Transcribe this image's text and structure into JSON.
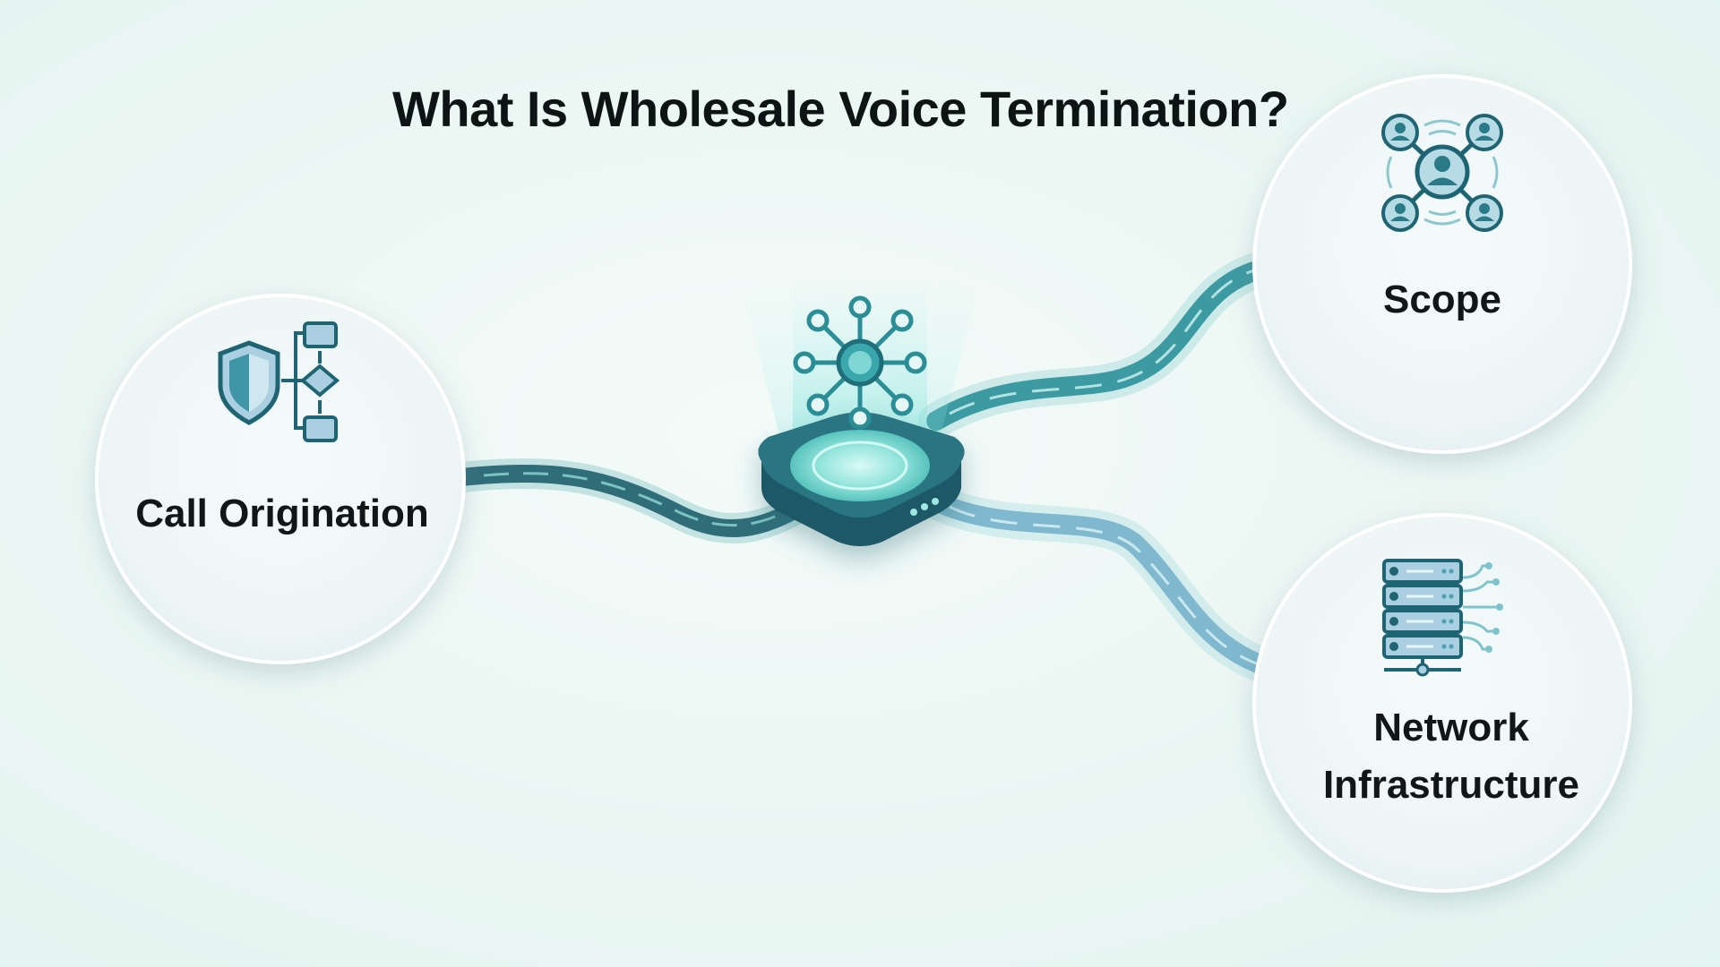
{
  "title": "What Is Wholesale Voice Termination?",
  "hub": {
    "icon": "network-hub-icon"
  },
  "nodes": {
    "call_origination": {
      "label": "Call Origination",
      "icon": "shield-flowchart-icon"
    },
    "scope": {
      "label": "Scope",
      "icon": "user-network-icon"
    },
    "network_infrastructure": {
      "label_line1": "Network",
      "label_line2": "Infrastructure",
      "icon": "server-rack-icon"
    }
  },
  "colors": {
    "teal_dark": "#1e5f6c",
    "teal_mid": "#3a9aa3",
    "teal_light": "#8fd6d3",
    "icon_blue": "#a9cfe0",
    "text": "#0f1717"
  }
}
